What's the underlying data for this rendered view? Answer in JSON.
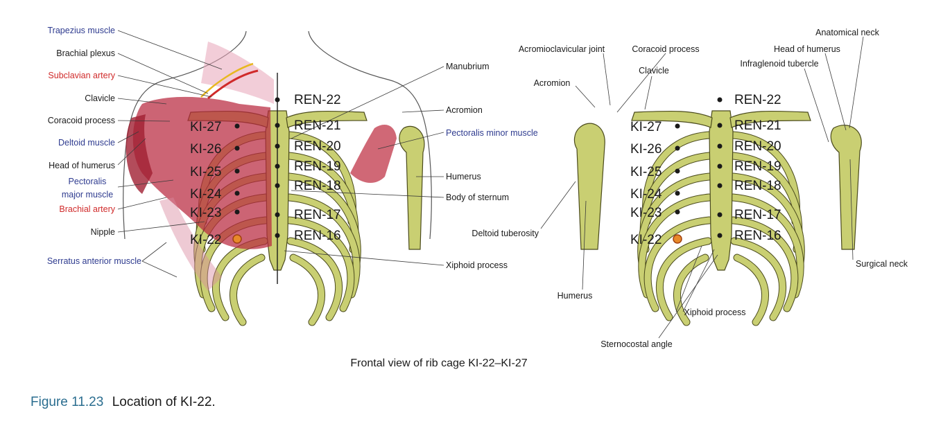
{
  "colors": {
    "blue": "#2e3b8f",
    "red": "#d02a2a",
    "black": "#1a1a1a",
    "fig": "#2a6d8f",
    "acu": "#e8892a"
  },
  "left_labels": [
    {
      "text": "Trapezius muscle",
      "color": "blue"
    },
    {
      "text": "Brachial plexus",
      "color": "black"
    },
    {
      "text": "Subclavian artery",
      "color": "red"
    },
    {
      "text": "Clavicle",
      "color": "black"
    },
    {
      "text": "Coracoid process",
      "color": "black"
    },
    {
      "text": "Deltoid muscle",
      "color": "blue"
    },
    {
      "text": "Head of humerus",
      "color": "black"
    },
    {
      "text": "Pectoralis",
      "color": "blue"
    },
    {
      "text": "major muscle",
      "color": "blue"
    },
    {
      "text": "Brachial artery",
      "color": "red"
    },
    {
      "text": "Nipple",
      "color": "black"
    },
    {
      "text": "Serratus anterior muscle",
      "color": "blue"
    }
  ],
  "mid_labels": [
    {
      "text": "Manubrium",
      "color": "black"
    },
    {
      "text": "Acromion",
      "color": "black"
    },
    {
      "text": "Pectoralis minor muscle",
      "color": "blue"
    },
    {
      "text": "Humerus",
      "color": "black"
    },
    {
      "text": "Body of sternum",
      "color": "black"
    },
    {
      "text": "Xiphoid process",
      "color": "black"
    }
  ],
  "right_labels": [
    {
      "text": "Acromioclavicular joint"
    },
    {
      "text": "Coracoid process"
    },
    {
      "text": "Anatomical neck"
    },
    {
      "text": "Head of humerus"
    },
    {
      "text": "Clavicle"
    },
    {
      "text": "Infraglenoid tubercle"
    },
    {
      "text": "Acromion"
    },
    {
      "text": "Deltoid tuberosity"
    },
    {
      "text": "Surgical neck"
    },
    {
      "text": "Humerus"
    },
    {
      "text": "Xiphoid process"
    },
    {
      "text": "Sternocostal angle"
    }
  ],
  "ki_points": [
    "KI-27",
    "KI-26",
    "KI-25",
    "KI-24",
    "KI-23",
    "KI-22"
  ],
  "ren_points": [
    "REN-22",
    "REN-21",
    "REN-20",
    "REN-19",
    "REN-18",
    "REN-17",
    "REN-16"
  ],
  "caption": "Frontal view of rib cage KI-22–KI-27",
  "figure": {
    "number": "Figure 11.23",
    "title": "Location of KI-22."
  }
}
